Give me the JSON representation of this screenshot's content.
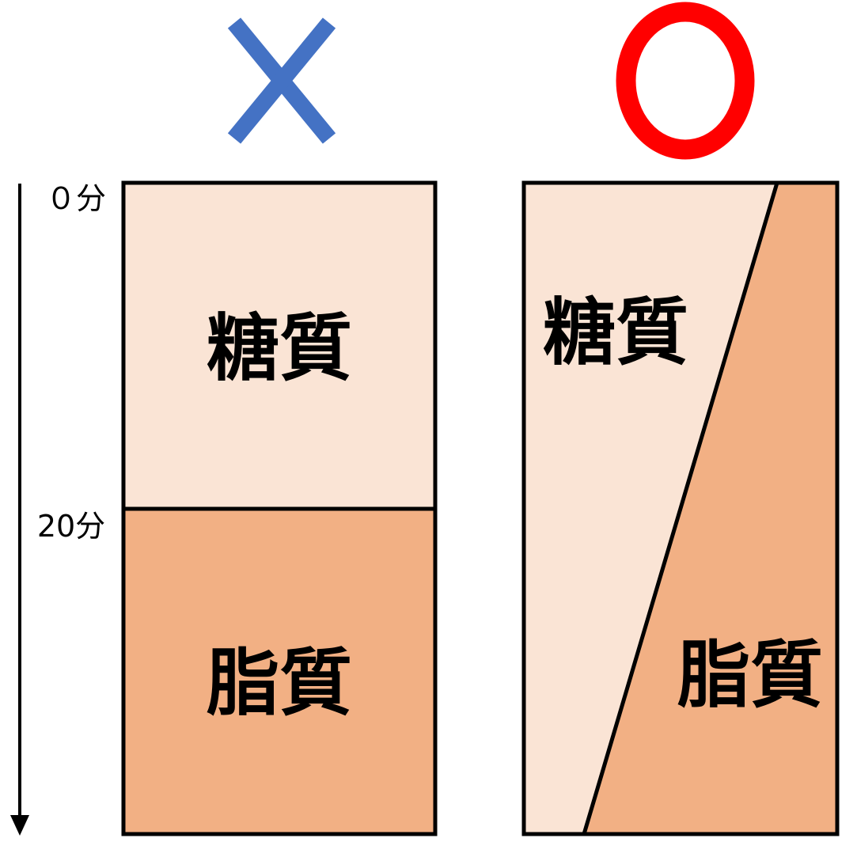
{
  "time_axis": {
    "start_label": "０分",
    "mid_label": "20分"
  },
  "wrong_panel": {
    "symbol": "×",
    "symbol_color": "#4472C4",
    "top_label": "糖質",
    "bottom_label": "脂質"
  },
  "right_panel": {
    "symbol": "○",
    "symbol_color": "#FF0000",
    "top_label": "糖質",
    "bottom_label": "脂質"
  },
  "colors": {
    "carb_fill": "#FAE4D5",
    "fat_fill": "#F2B084",
    "outline": "#000000"
  }
}
